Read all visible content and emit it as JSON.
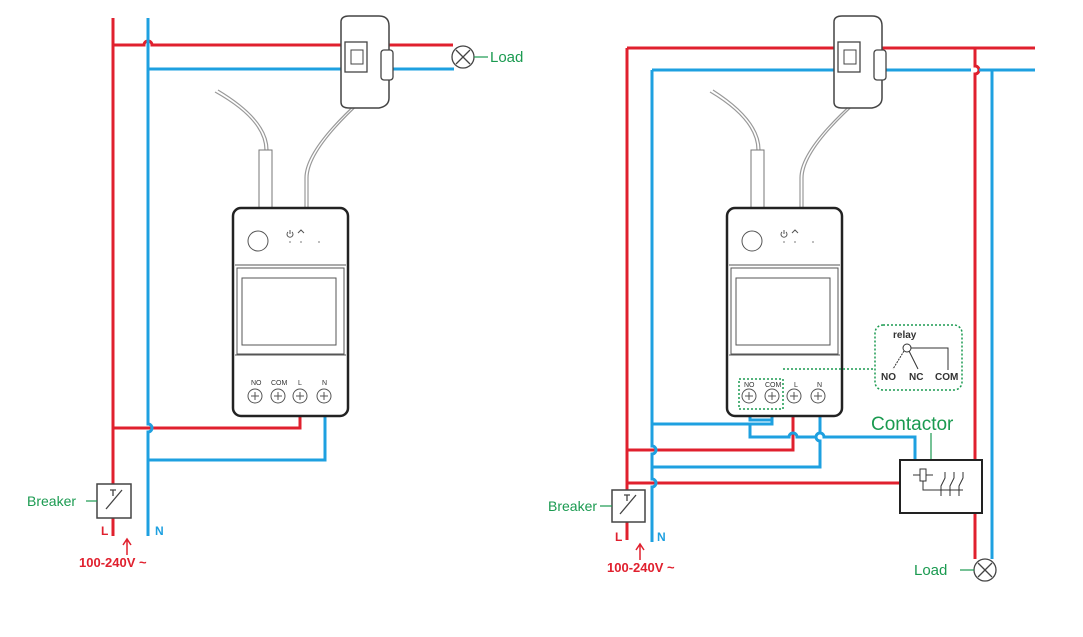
{
  "colors": {
    "live": "#e0202e",
    "neutral": "#1ea0e0",
    "label": "#1a9a50"
  },
  "left": {
    "load_label": "Load",
    "breaker_label": "Breaker",
    "l_label": "L",
    "n_label": "N",
    "voltage_label": "100-240V ~",
    "terminals": [
      "NO",
      "COM",
      "L",
      "N"
    ]
  },
  "right": {
    "load_label": "Load",
    "breaker_label": "Breaker",
    "l_label": "L",
    "n_label": "N",
    "voltage_label": "100-240V ~",
    "terminals": [
      "NO",
      "COM",
      "L",
      "N"
    ],
    "relay": {
      "title": "relay",
      "no": "NO",
      "nc": "NC",
      "com": "COM"
    },
    "contactor_label": "Contactor"
  }
}
